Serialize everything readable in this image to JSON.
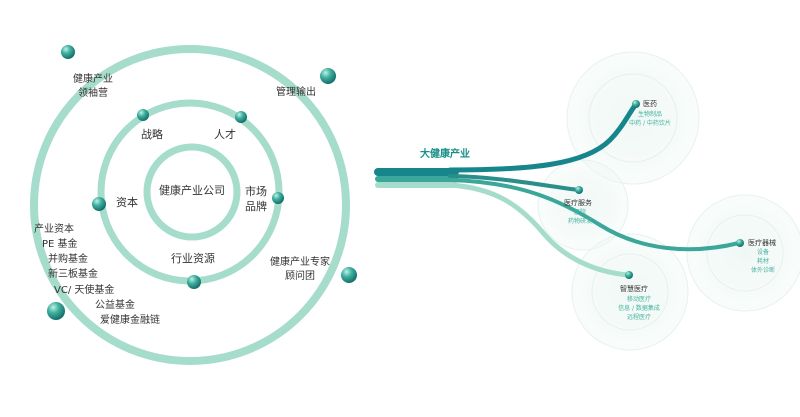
{
  "core": {
    "label": "健康产业公司"
  },
  "inner_ring": {
    "strategy": "战略",
    "talent": "人才",
    "market_brand": [
      "市场",
      "品牌"
    ],
    "industry_resource": "行业资源",
    "capital": "资本"
  },
  "outer_ring": {
    "camp": [
      "健康产业",
      "领袖营"
    ],
    "management_output": "管理输出",
    "expert_team": [
      "健康产业专家",
      "顾问团"
    ],
    "funds": [
      "产业资本",
      "PE 基金",
      "并购基金",
      "新三板基金",
      "VC/ 天使基金",
      "公益基金",
      "爱健康金融链"
    ]
  },
  "flow": {
    "headline": "大健康产业",
    "branches": [
      {
        "title": "医药",
        "items": [
          "生物制品",
          "中药 / 中药饮片"
        ]
      },
      {
        "title": "医疗服务",
        "items": [
          "医院",
          "药物研发"
        ]
      },
      {
        "title": "智慧医疗",
        "items": [
          "移动医疗",
          "信息 / 数据集成",
          "远程医疗"
        ]
      },
      {
        "title": "医疗器械",
        "items": [
          "设备",
          "耗材",
          "体外诊断"
        ]
      }
    ]
  },
  "colors": {
    "ring": "#a6dccb",
    "node": "#2a9a8a",
    "stream_dark": "#17868c",
    "stream_mid": "#3aa79a",
    "stream_light": "#a6dccb",
    "sub_text": "#46b3a0"
  }
}
